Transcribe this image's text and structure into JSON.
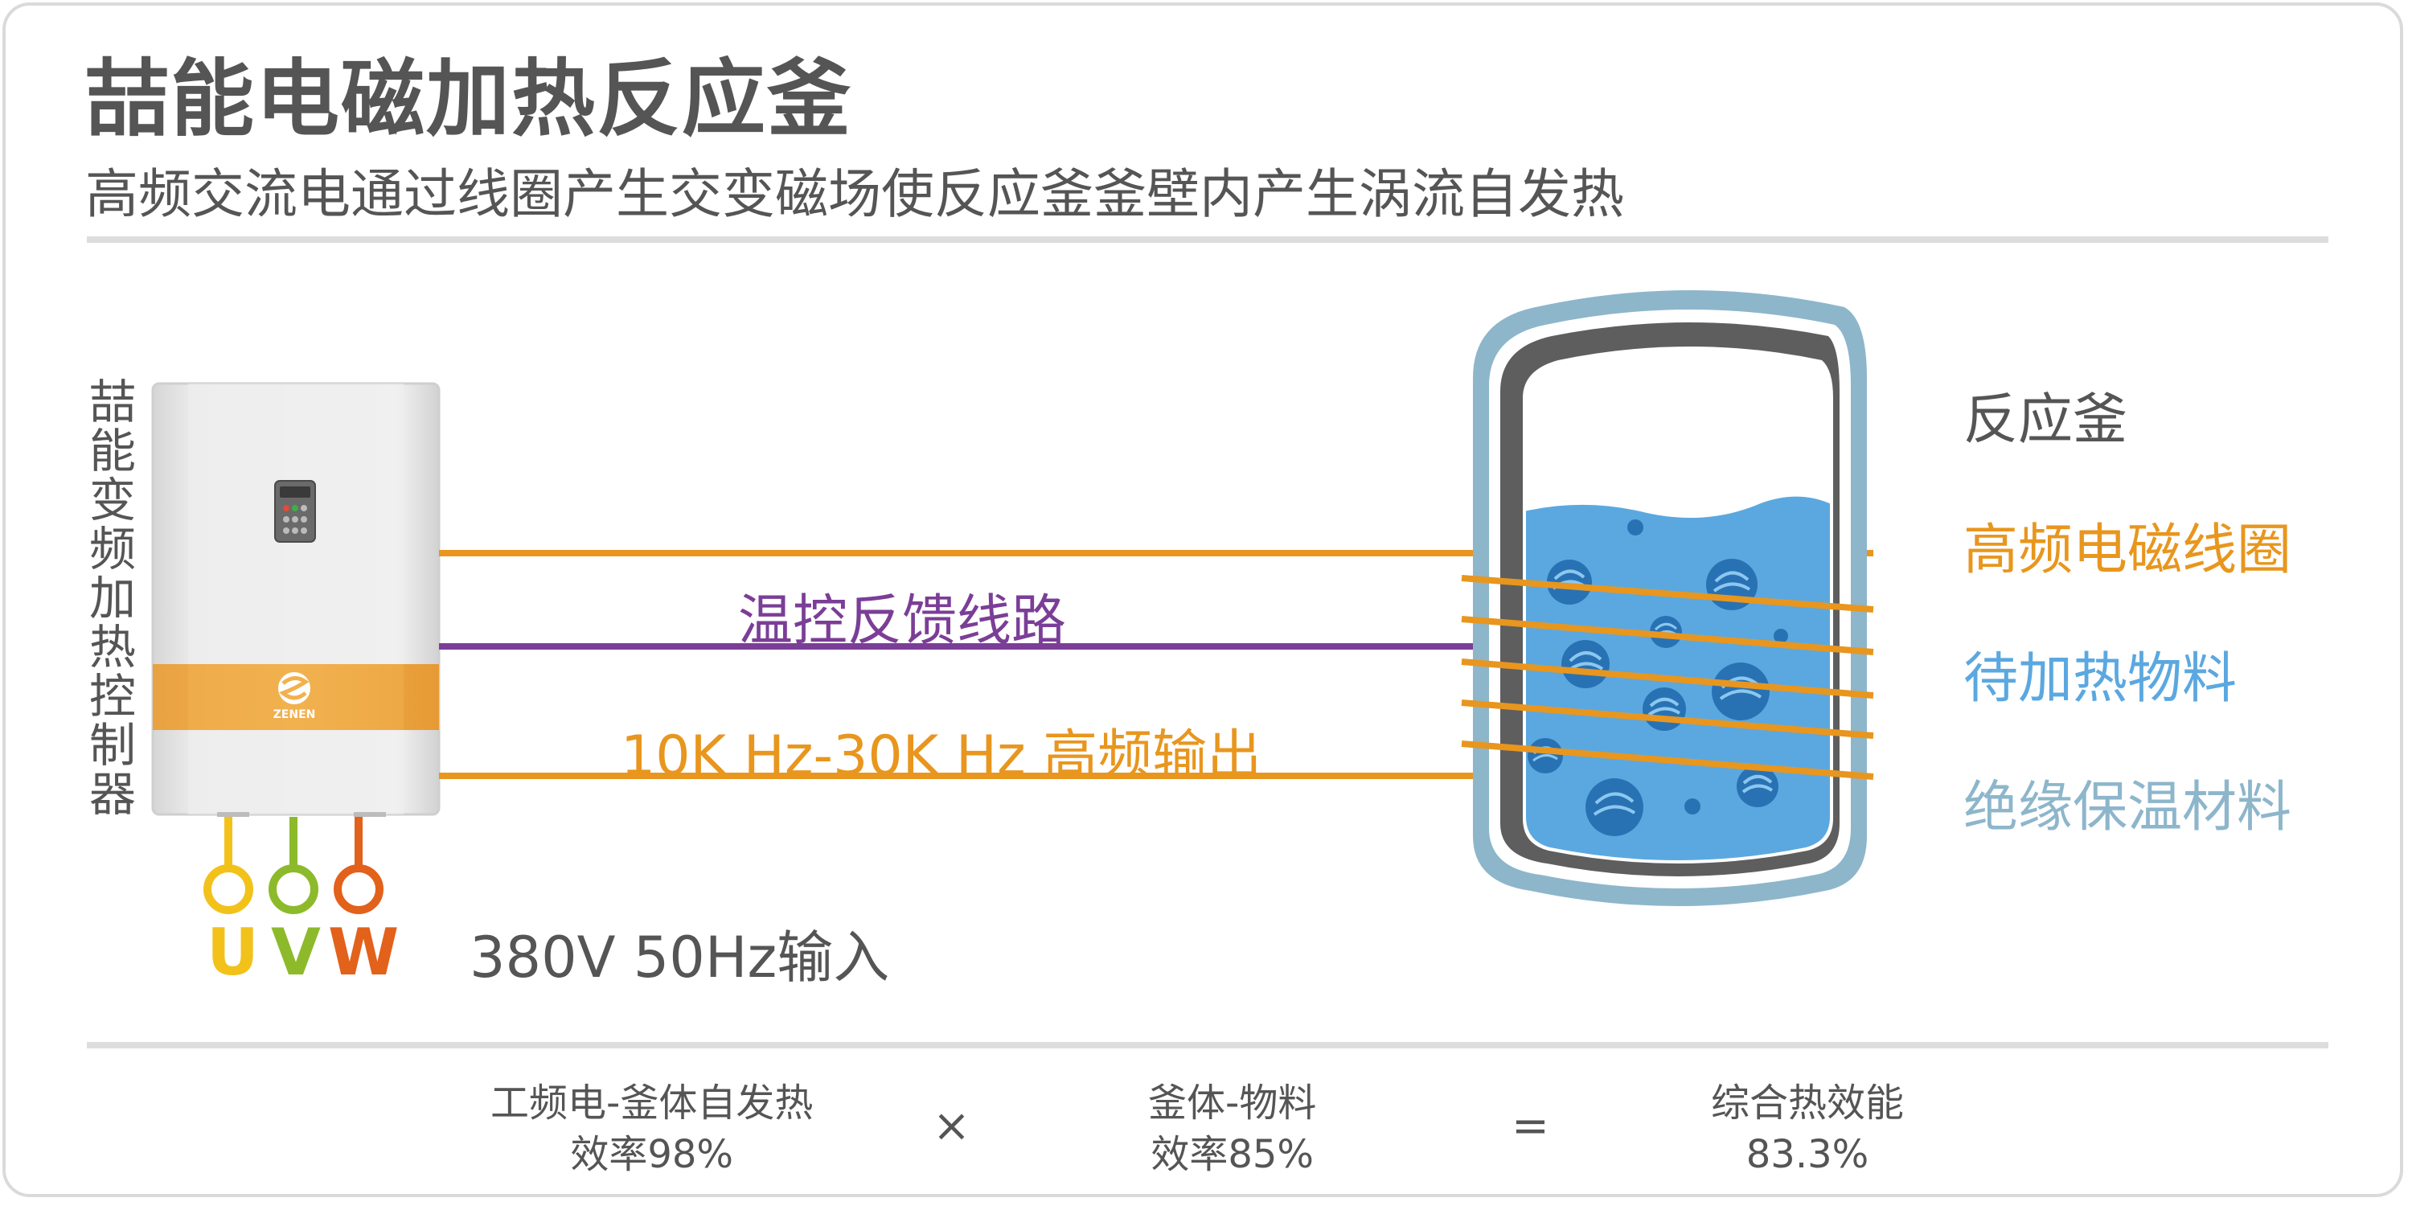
{
  "header": {
    "title": "喆能电磁加热反应釜",
    "subtitle": "高频交流电通过线圈产生交变磁场使反应釜釜壁内产生涡流自发热"
  },
  "controller": {
    "vertical_label": "喆能变频加热控制器",
    "brand": "ZENEN"
  },
  "signals": {
    "feedback_label": "温控反馈线路",
    "output_label": "10K Hz-30K Hz 高频输出"
  },
  "phases": [
    "U",
    "V",
    "W"
  ],
  "power_input": "380V 50Hz输入",
  "legend": {
    "reactor": "反应釜",
    "coil": "高频电磁线圈",
    "material": "待加热物料",
    "insulation": "绝缘保温材料"
  },
  "formula": {
    "term1_line1": "工频电-釜体自发热",
    "term1_line2": "效率98%",
    "times": "×",
    "term2_line1": "釜体-物料",
    "term2_line2": "效率85%",
    "equals": "=",
    "result_line1": "综合热效能",
    "result_line2": "83.3%"
  },
  "colors": {
    "orange": "#E8961E",
    "purple": "#7B3E97",
    "blue": "#5BA8E0",
    "insulation": "#8DB6CB",
    "wall": "#5E5E5E",
    "phase_u": "#F2C21B",
    "phase_v": "#8DBA2B",
    "phase_w": "#E2611B"
  }
}
